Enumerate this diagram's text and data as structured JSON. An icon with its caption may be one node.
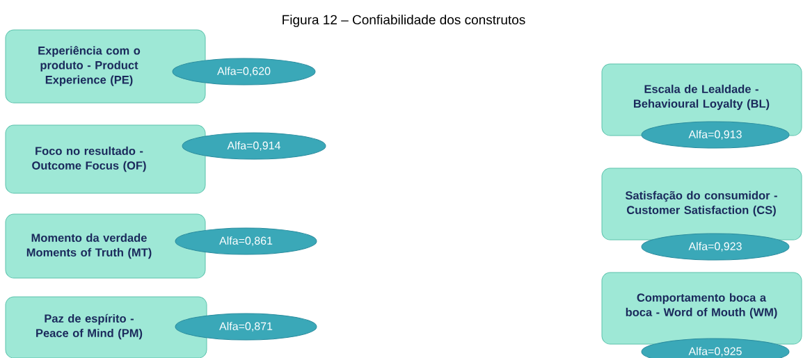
{
  "diagram": {
    "title": "Figura 12 – Confiabilidade dos construtos",
    "nodes": [
      {
        "text": [
          "Experiência com o produto - Product Experience (PE)"
        ]
      },
      {
        "text": [
          "Alfa=0,620"
        ]
      },
      {
        "text": [
          "Foco no resultado - Outcome Focus (OF)"
        ]
      },
      {
        "text": [
          "Alfa=0,914"
        ]
      },
      {
        "text": [
          "Momento da verdade Moments of Truth (MT)"
        ]
      },
      {
        "text": [
          "Alfa=0,861"
        ]
      },
      {
        "text": [
          "Paz de espírito - Peace of Mind (PM)"
        ]
      },
      {
        "text": [
          "Alfa=0,871"
        ]
      },
      {
        "text": [
          "Escala de Lealdade - Behavioural Loyalty (BL)"
        ]
      },
      {
        "text": [
          "Alfa=0,913"
        ]
      },
      {
        "text": [
          "Satisfação do consumidor - Customer Satisfaction (CS)"
        ]
      },
      {
        "text": [
          "Alfa=0,923"
        ]
      },
      {
        "text": [
          "Comportamento boca a boca - Word of Mouth (WM)"
        ]
      },
      {
        "text": [
          "Alfa=0,925"
        ]
      }
    ],
    "edges": []
  }
}
